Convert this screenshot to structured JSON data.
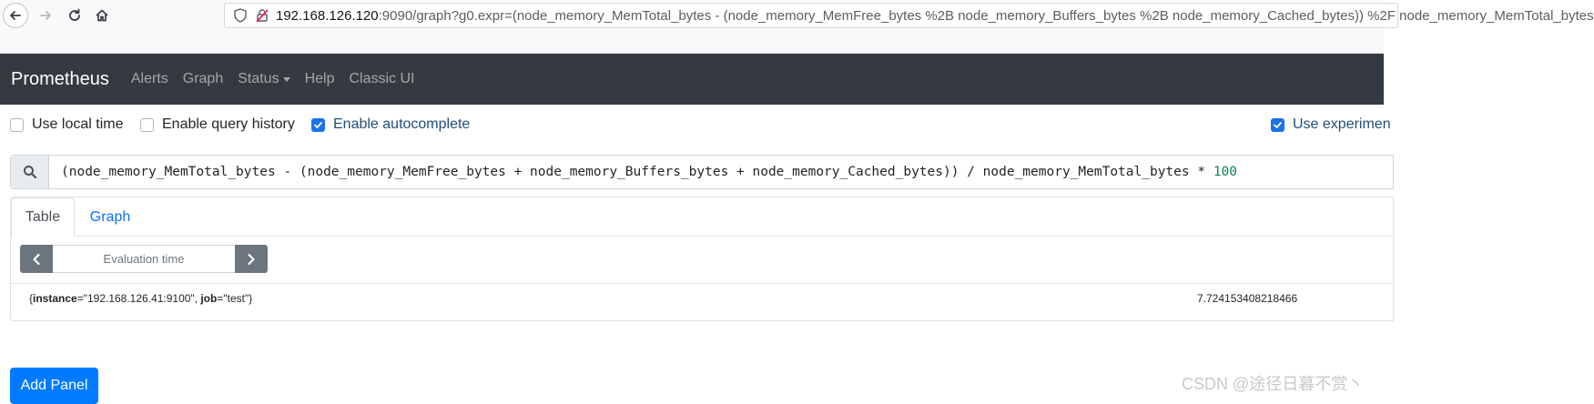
{
  "browser": {
    "url_prefix": "192.168.126.120",
    "url_rest": ":9090/graph?g0.expr=(node_memory_MemTotal_bytes - (node_memory_MemFree_bytes %2B node_memory_Buffers_bytes %2B node_memory_Cached_bytes)) %2F node_memory_MemTotal_bytes"
  },
  "navbar": {
    "brand": "Prometheus",
    "links": [
      "Alerts",
      "Graph",
      "Status",
      "Help",
      "Classic UI"
    ]
  },
  "options": {
    "use_local_time": {
      "label": "Use local time",
      "checked": false
    },
    "enable_query_history": {
      "label": "Enable query history",
      "checked": false
    },
    "enable_autocomplete": {
      "label": "Enable autocomplete",
      "checked": true
    },
    "use_experimental": {
      "label": "Use experimen",
      "checked": true
    }
  },
  "expression": {
    "text": "(node_memory_MemTotal_bytes - (node_memory_MemFree_bytes + node_memory_Buffers_bytes + node_memory_Cached_bytes)) / node_memory_MemTotal_bytes * ",
    "number": "100"
  },
  "panel": {
    "tabs": [
      "Table",
      "Graph"
    ],
    "active_tab": "Table",
    "eval_time_placeholder": "Evaluation time",
    "result": {
      "open_brace": "{",
      "label1_key": "instance",
      "label1_val": "=\"192.168.126.41:9100\", ",
      "label2_key": "job",
      "label2_val": "=\"test\"}",
      "value": "7.724153408218466"
    }
  },
  "add_panel_label": "Add Panel",
  "watermark": "CSDN @途径日暮不赏丶",
  "colors": {
    "navbar_bg": "#343a40",
    "primary": "#007bff",
    "checkbox_checked": "#1a73e8"
  }
}
